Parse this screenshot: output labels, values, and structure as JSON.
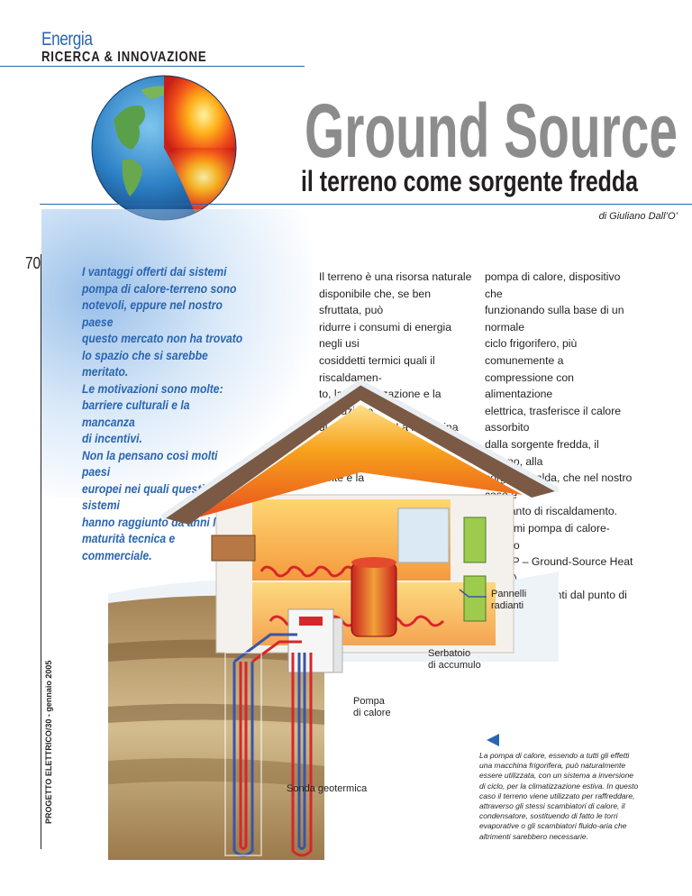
{
  "header": {
    "section": "Energia",
    "subsection": "RICERCA & INNOVAZIONE"
  },
  "title": "Ground Source",
  "subtitle": "il terreno come sorgente fredda",
  "byline": "di Giuliano Dall’O’",
  "page_number": "70",
  "vertical_caption": "PROGETTO ELETTRICO/30 - gennaio 2005",
  "intro": {
    "lines": [
      "I vantaggi offerti dai sistemi",
      "pompa di calore-terreno sono",
      "notevoli, eppure nel nostro paese",
      "questo mercato non ha trovato",
      "lo spazio che si sarebbe meritato.",
      "Le motivazioni sono molte:",
      "barriere culturali e la mancanza",
      "di incentivi.",
      "Non la pensano così molti paesi",
      "europei nei quali questi sistemi",
      "hanno raggiunto da anni la",
      "maturità tecnica e commerciale."
    ]
  },
  "body": {
    "col1": [
      "Il terreno è una risorsa naturale",
      "disponibile che, se ben sfruttata, può",
      "ridurre i consumi di energia negli usi",
      "cosiddetti termici quali il riscaldamen-",
      "to, la climatizzazione e la produzione",
      "di acqua calda. La macchina che",
      "consente di sfruttare questa fonte è la"
    ],
    "col2": [
      "pompa di calore, dispositivo che",
      "funzionando sulla base di un normale",
      "ciclo frigorifero, più comunemente a",
      "compressione con alimentazione",
      "elettrica, trasferisce il calore assorbito",
      "dalla sorgente fredda, il terreno, alla",
      "sorgente calda, che nel nostro caso è",
      "l’impianto di riscaldamento.",
      "I  sistemi pompa di calore-terreno",
      "(GSHP – Ground-Source Heat Pump)",
      "sono convenienti dal punto di vista"
    ]
  },
  "labels": {
    "pannelli": [
      "Pannelli",
      "radianti"
    ],
    "serbatoio": [
      "Serbatoio",
      "di accumulo"
    ],
    "pompa": [
      "Pompa",
      "di calore"
    ],
    "sonda": "Sonda geotermica"
  },
  "caption": [
    "La pompa di calore, essendo a tutti gli effetti",
    "una macchina frigorifera, può naturalmente",
    "essere utilizzata, con un sistema a inversione",
    "di ciclo, per la climatizzazione estiva. In questo",
    "caso il terreno viene utilizzato per raffreddare,",
    "attraverso gli stessi scambiatori di calore, il",
    "condensatore, sostituendo di fatto le torri",
    "evaporative o gli scambiatori fluido-aria che",
    "altrimenti sarebbero necessarie."
  ],
  "colors": {
    "accent_blue": "#2a65b0",
    "title_gray": "#8c8c8c",
    "text": "#231f20",
    "pipe_red": "#d7262c",
    "pipe_blue": "#3b55a5"
  }
}
